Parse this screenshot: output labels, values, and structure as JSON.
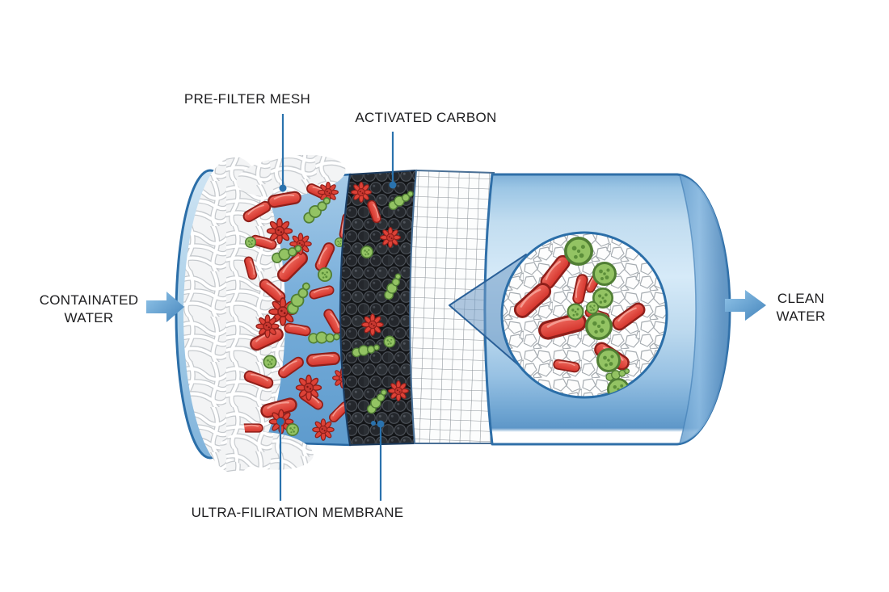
{
  "figure": {
    "type": "diagram",
    "subject": "water-filter-cartridge-cross-section",
    "labels": {
      "pre_filter_mesh": "PRE-FILTER MESH",
      "activated_carbon": "ACTIVATED CARBON",
      "ultra_filtration_membrane": "ULTRA-FILIRATION MEMBRANE",
      "input_water": "CONTAINATED\nWATER",
      "output_water": "CLEAN\nWATER"
    },
    "colors": {
      "background": "#ffffff",
      "text": "#1d1d1f",
      "outline_blue": "#2b6ea8",
      "leader_blue": "#2a72ad",
      "arrow_blue_light": "#93c6ea",
      "arrow_blue_dark": "#4484bb",
      "body_blue_light": "#d6eaf8",
      "body_blue_dark": "#5e97c8",
      "band_blue": "#78aeda",
      "carbon_dark": "#131518",
      "microbe_red": "#dd4237",
      "microbe_red_outline": "#8f1f1a",
      "microbe_green": "#93c363",
      "microbe_green_outline": "#507e34",
      "mesh_fiber_gray": "#c5c9cd",
      "grid_gray": "#8a9197",
      "cell_gray": "#a6acb1"
    }
  }
}
